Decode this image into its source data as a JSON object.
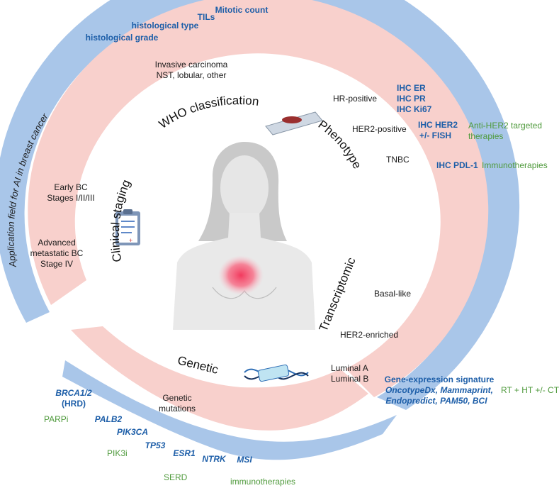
{
  "colors": {
    "outer_ring": "#a9c6e9",
    "inner_ring": "#f8d0cc",
    "blue_text": "#1d5ea8",
    "green_text": "#4f9a3c",
    "dark_text": "#1a1a1a",
    "highlight": "#f04c6a"
  },
  "outer_ring": {
    "title": "Application field for AI in breast cancer",
    "histology_top": [
      "histological grade",
      "histological type",
      "TILs",
      "Mitotic count"
    ],
    "ihc_er": "IHC ER",
    "ihc_pr": "IHC PR",
    "ihc_ki67": "IHC Ki67",
    "ihc_her2": "IHC HER2",
    "fish": "+/- FISH",
    "ihc_pdl1": "IHC PDL-1",
    "gene_signature_title": "Gene-expression signature",
    "gene_signature_line2": "OncotypeDx, Mammaprint,",
    "gene_signature_line3": "Endopredict, PAM50, BCI",
    "genes_bottom": [
      "BRCA1/2",
      "(HRD)",
      "PALB2",
      "PIK3CA",
      "TP53",
      "ESR1",
      "NTRK",
      "MSI"
    ]
  },
  "therapies": {
    "anti_her2": "Anti-HER2 targeted",
    "anti_her2_line2": "therapies",
    "immuno": "Immunotherapies",
    "rt_ht": "RT + HT +/- CT",
    "parpi": "PARPi",
    "pik3i": "PIK3i",
    "serd": "SERD",
    "immuno_bottom": "immunotherapies"
  },
  "inner_ring": {
    "invasive_line1": "Invasive carcinoma",
    "invasive_line2": "NST, lobular, other",
    "hr_positive": "HR-positive",
    "her2_positive": "HER2-positive",
    "tnbc": "TNBC",
    "basal_like": "Basal-like",
    "her2_enriched": "HER2-enriched",
    "luminal_a": "Luminal A",
    "luminal_b": "Luminal B",
    "genetic_mutations_line1": "Genetic",
    "genetic_mutations_line2": "mutations",
    "early_bc_line1": "Early BC",
    "early_bc_line2": "Stages I/II/III",
    "advanced_line1": "Advanced",
    "advanced_line2": "metastatic BC",
    "advanced_line3": "Stage IV"
  },
  "categories": {
    "who": "WHO classification",
    "phenotype": "Phenotype",
    "transcriptomic": "Transcriptomic",
    "genetic": "Genetic",
    "clinical_staging": "Clinical staging"
  }
}
